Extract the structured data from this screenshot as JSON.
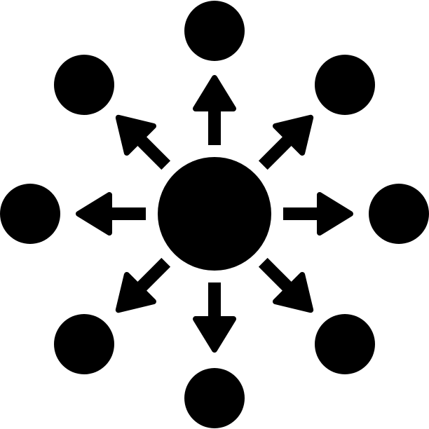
{
  "icon": {
    "name": "distribution-network-icon",
    "color": "#000000",
    "background": "#ffffff",
    "hub": "center-node",
    "satellite_count": 8,
    "arrow_count": 8,
    "arrow_directions": [
      "up",
      "up-right",
      "right",
      "down-right",
      "down",
      "down-left",
      "left",
      "up-left"
    ]
  }
}
